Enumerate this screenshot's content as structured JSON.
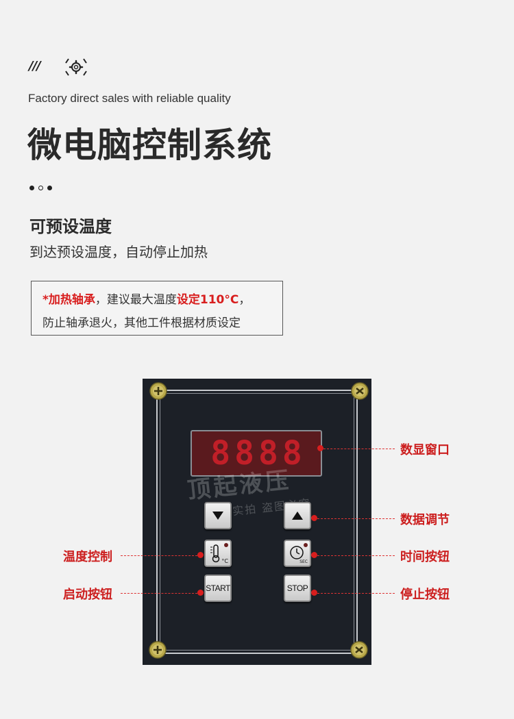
{
  "header": {
    "slashes": "///",
    "decor_icon": "gear-icon",
    "subtitle": "Factory direct sales with reliable quality",
    "title": "微电脑控制系统"
  },
  "feature": {
    "heading": "可预设温度",
    "description": "到达预设温度，自动停止加热"
  },
  "note": {
    "red_prefix": "*加热轴承",
    "mid_text": "，建议最大温度",
    "red_setting": "设定110°C",
    "end_text": "，",
    "line2": "防止轴承退火，其他工件根据材质设定"
  },
  "panel": {
    "display_digits": [
      "8",
      "8",
      "8",
      "8"
    ],
    "buttons": {
      "down_icon": "triangle-down-icon",
      "up_icon": "triangle-up-icon",
      "thermo_icon": "thermometer-icon",
      "thermo_unit": "°C",
      "timer_icon": "clock-icon",
      "timer_unit": "SEC",
      "start_label": "START",
      "stop_label": "STOP"
    },
    "watermark": {
      "big": "顶起液压",
      "small": "产品实拍 盗图必究"
    }
  },
  "callouts": {
    "display": "数显窗口",
    "adjust": "数据调节",
    "temp": "温度控制",
    "time": "时间按钮",
    "start": "启动按钮",
    "stop": "停止按钮"
  },
  "colors": {
    "accent_red": "#d81e1e",
    "panel_bg": "#1c2027",
    "page_bg": "#f2f2f2"
  }
}
